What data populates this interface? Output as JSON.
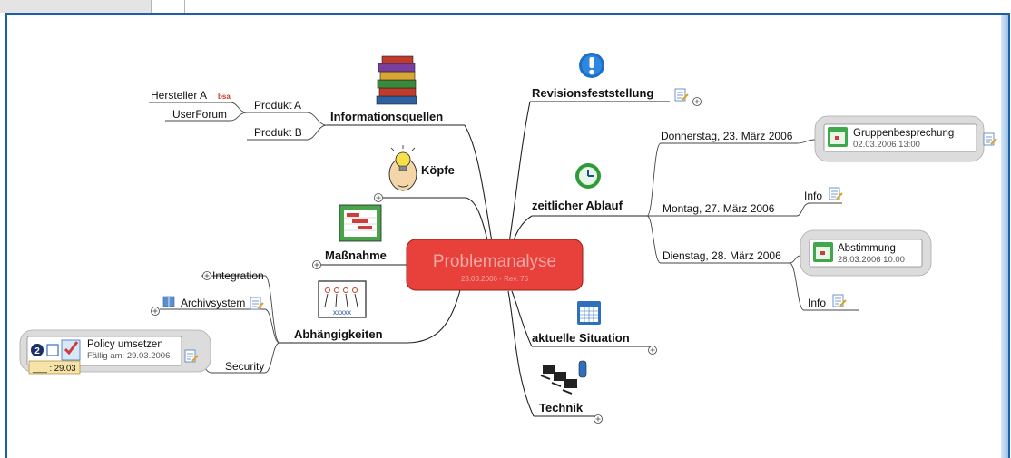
{
  "central": {
    "title": "Problemanalyse",
    "subtitle": "23.03.2006 - Rev. 75"
  },
  "branches": {
    "informationsquellen": "Informationsquellen",
    "produkt_a": "Produkt A",
    "produkt_b": "Produkt B",
    "hersteller_a": "Hersteller A",
    "userforum": "UserForum",
    "koepfe": "Köpfe",
    "massnahme": "Maßnahme",
    "abhaengigkeiten": "Abhängigkeiten",
    "integration": "Integration",
    "archivsystem": "Archivsystem",
    "security": "Security",
    "revisionsfeststellung": "Revisionsfeststellung",
    "zeitlicher_ablauf": "zeitlicher Ablauf",
    "donnerstag": "Donnerstag, 23. März 2006",
    "montag": "Montag, 27. März 2006",
    "dienstag": "Dienstag, 28. März 2006",
    "info_1": "Info",
    "info_2": "Info",
    "aktuelle_situation": "aktuelle Situation",
    "technik": "Technik"
  },
  "cards": {
    "gruppenbesprechung": {
      "title": "Gruppenbesprechung",
      "date": "02.03.2006 13:00"
    },
    "abstimmung": {
      "title": "Abstimmung",
      "date": "28.03.2006 10:00"
    },
    "policy": {
      "title": "Policy umsetzen",
      "due": "Fällig am: 29.03.2006",
      "priority": "2",
      "tag": "___ : 29.03"
    }
  },
  "colors": {
    "central_fill": "#e8403a",
    "central_text": "#f4a8a6",
    "frame": "#1c5fa6",
    "card_bg": "#dcdcdc"
  },
  "icons": [
    "books-icon",
    "info-icon",
    "head-icon",
    "gantt-icon",
    "tactics-board-icon",
    "clock-icon",
    "calendar-icon",
    "computers-icon",
    "note-icon",
    "expand-icon",
    "book-icon",
    "checklist-icon",
    "appointment-icon"
  ]
}
